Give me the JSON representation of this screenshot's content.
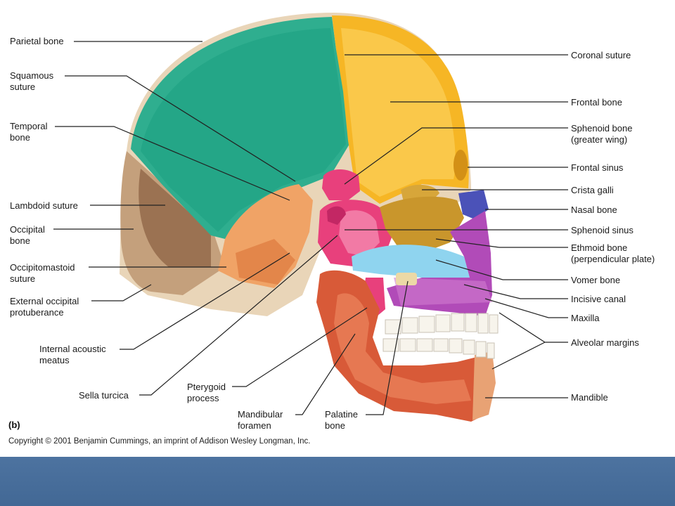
{
  "labels": {
    "parietal_bone": "Parietal bone",
    "squamous_suture": "Squamous\nsuture",
    "temporal_bone": "Temporal\nbone",
    "lambdoid_suture": "Lambdoid suture",
    "occipital_bone": "Occipital\nbone",
    "occipitomastoid_suture": "Occipitomastoid\nsuture",
    "external_occipital_protuberance": "External occipital\nprotuberance",
    "internal_acoustic_meatus": "Internal acoustic\nmeatus",
    "sella_turcica": "Sella turcica",
    "pterygoid_process": "Pterygoid\nprocess",
    "mandibular_foramen": "Mandibular\nforamen",
    "palatine_bone": "Palatine\nbone",
    "coronal_suture": "Coronal suture",
    "frontal_bone": "Frontal bone",
    "sphenoid_bone": "Sphenoid bone\n(greater wing)",
    "frontal_sinus": "Frontal sinus",
    "crista_galli": "Crista galli",
    "nasal_bone": "Nasal bone",
    "sphenoid_sinus": "Sphenoid sinus",
    "ethmoid_bone": "Ethmoid bone\n(perpendicular plate)",
    "vomer_bone": "Vomer bone",
    "incisive_canal": "Incisive canal",
    "maxilla": "Maxilla",
    "alveolar_margins": "Alveolar margins",
    "mandible": "Mandible"
  },
  "panel_label": "(b)",
  "copyright": "Copyright © 2001 Benjamin Cummings, an imprint of Addison Wesley Longman, Inc.",
  "colors": {
    "parietal": "#2fae8f",
    "frontal": "#f6b625",
    "occipital": "#c4a07c",
    "temporal": "#f0a366",
    "sphenoid": "#e8407c",
    "ethmoid": "#c9962c",
    "vomer": "#8fd4ef",
    "maxilla": "#b14bb8",
    "mandible": "#d85a38",
    "nasal": "#4b52b8",
    "footer": "#4a6f9c"
  }
}
